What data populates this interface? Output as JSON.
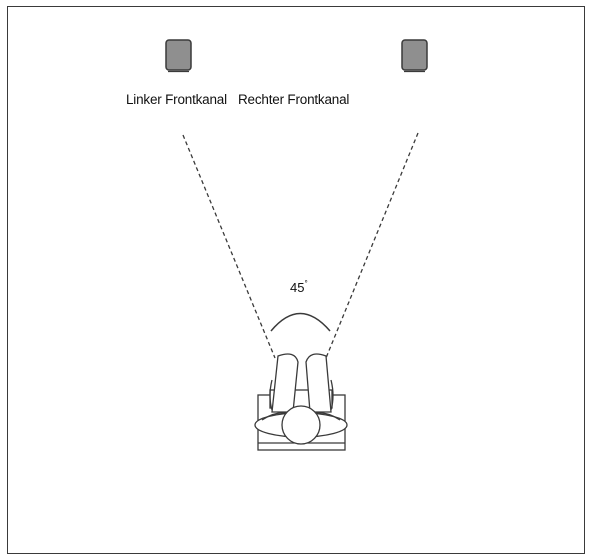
{
  "speakers": {
    "left": {
      "label": "Linker Frontkanal",
      "icon": "speaker-icon"
    },
    "right": {
      "label": "Rechter Frontkanal",
      "icon": "speaker-icon"
    }
  },
  "angle": {
    "value": "45",
    "unit": "°"
  },
  "listener": {
    "icon": "listener-in-chair-icon"
  },
  "colors": {
    "speaker_fill": "#8f8f8f",
    "line": "#3a3a3a"
  }
}
